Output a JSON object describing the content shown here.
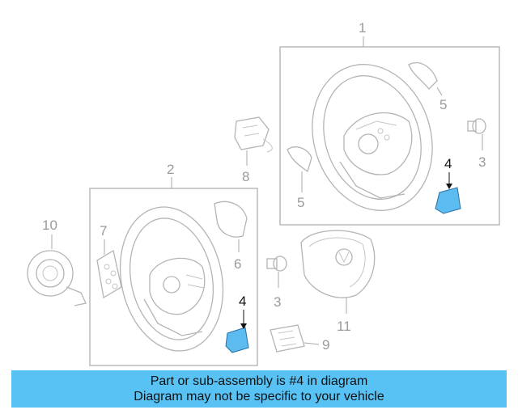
{
  "callouts": {
    "c1": "1",
    "c2": "2",
    "c3a": "3",
    "c3b": "3",
    "c4a": "4",
    "c4b": "4",
    "c5a": "5",
    "c5b": "5",
    "c6": "6",
    "c7": "7",
    "c8": "8",
    "c9": "9",
    "c10": "10",
    "c11": "11"
  },
  "highlight_color": "#5cbcf0",
  "banner": {
    "color": "#58c2f5",
    "line1": "Part or sub-assembly is #4 in diagram",
    "line2": "Diagram may not be specific to your vehicle"
  }
}
